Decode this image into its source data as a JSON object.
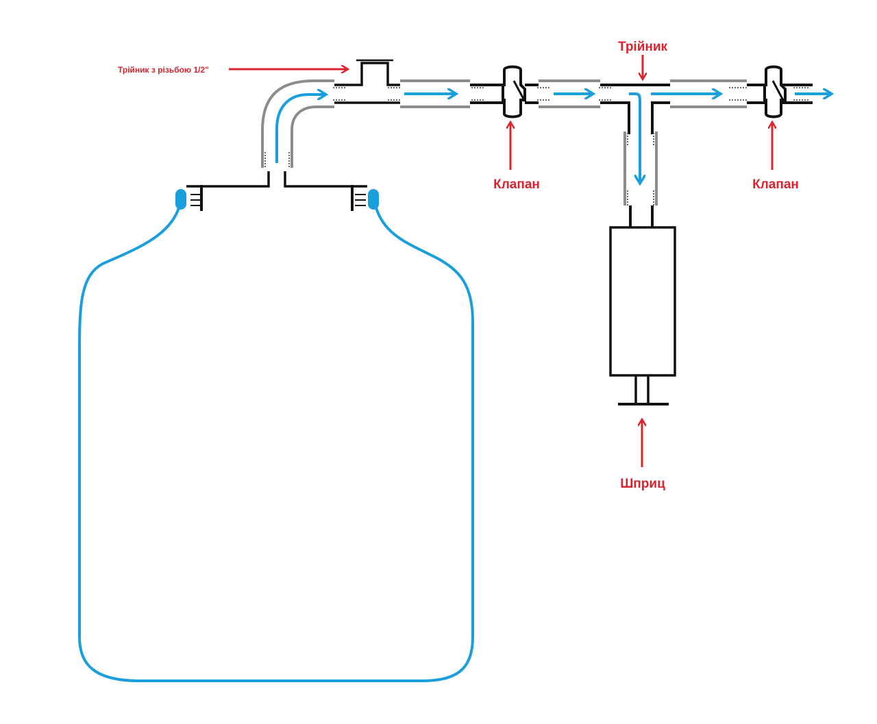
{
  "labels": {
    "tee_threaded": "Трійник з різьбою 1/2\"",
    "tee": "Трійник",
    "valve_left": "Клапан",
    "valve_right": "Клапан",
    "syringe": "Шприц"
  },
  "colors": {
    "annotation": "#d9232e",
    "flow": "#1a9fdc",
    "bottle": "#1a9fdc",
    "pipe": "#111111",
    "tube": "#8c8c8c",
    "background": "#ffffff"
  },
  "icons": {
    "flow_arrow": "flow-arrow-icon",
    "pointer_arrow": "pointer-arrow-icon",
    "valve": "valve-icon",
    "tee": "tee-fitting-icon",
    "syringe": "syringe-icon",
    "bottle": "water-bottle-icon"
  }
}
